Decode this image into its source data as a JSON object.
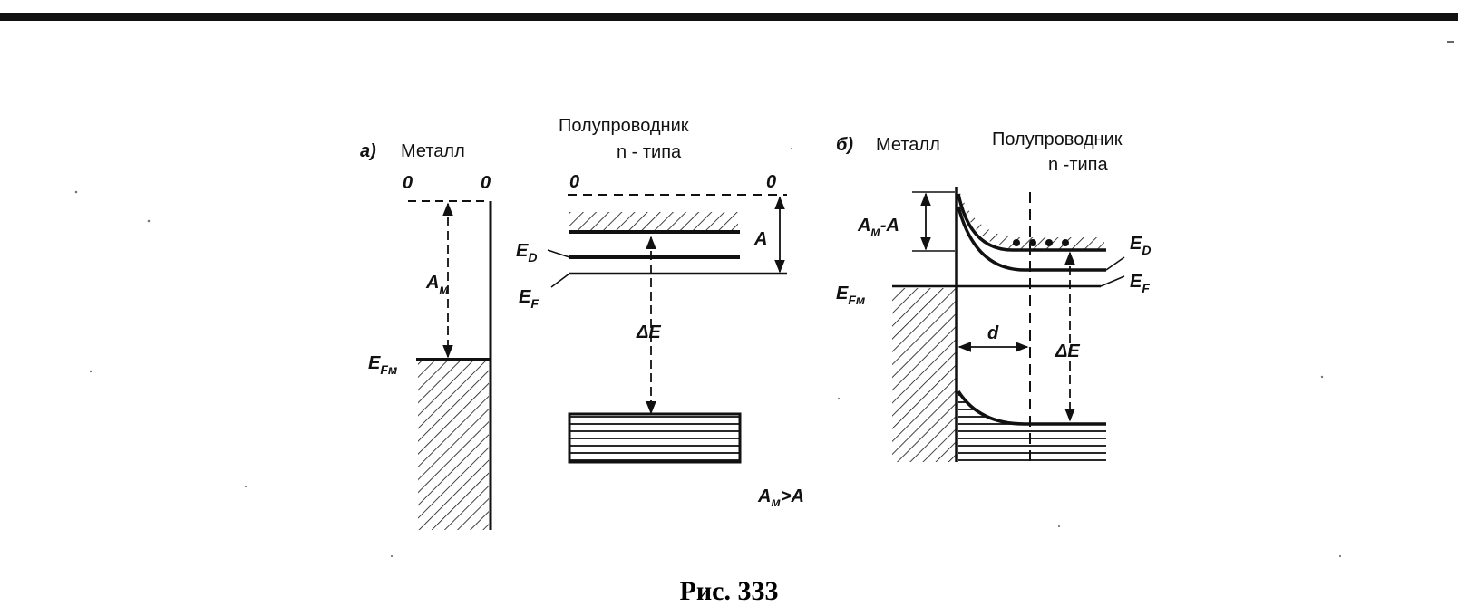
{
  "figure": {
    "caption": "Рис. 333",
    "panel_a": {
      "letter": "а)",
      "metal_label": "Металл",
      "zero_left": "0",
      "zero_right": "0",
      "work_function_label": "A",
      "work_function_sub": "м",
      "fermi_label": "E",
      "fermi_sub": "Fм",
      "semiconductor_label_line1": "Полупроводник",
      "semiconductor_label_line2": "n - типа",
      "zero_sc_left": "0",
      "zero_sc_right": "0",
      "donor_label": "E",
      "donor_sub": "D",
      "fermi_sc_label": "E",
      "fermi_sc_sub": "F",
      "affinity_label": "A",
      "gap_label": "ΔE",
      "condition_label": "A",
      "condition_sub": "м",
      "condition_rest": ">A"
    },
    "panel_b": {
      "letter": "б)",
      "metal_label": "Металл",
      "semiconductor_label_line1": "Полупроводник",
      "semiconductor_label_line2": "n -типа",
      "barrier_label": "A",
      "barrier_sub": "м",
      "barrier_rest": "-A",
      "donor_label": "E",
      "donor_sub": "D",
      "fermi_sc_label": "E",
      "fermi_sc_sub": "F",
      "fermi_metal_label": "E",
      "fermi_metal_sub": "Fм",
      "depletion_label": "d",
      "gap_label": "ΔE"
    }
  }
}
